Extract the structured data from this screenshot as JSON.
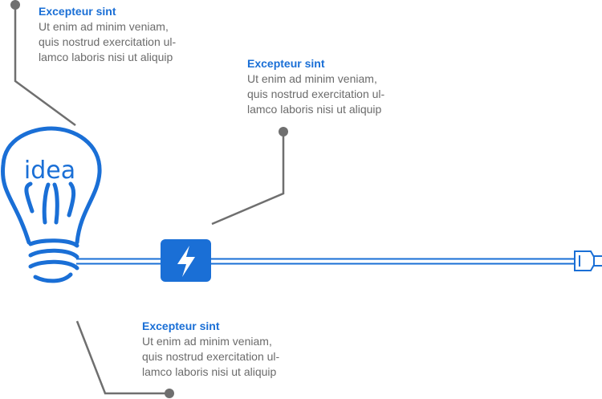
{
  "colors": {
    "accent": "#1a6fd6",
    "connector": "#6f6f6f",
    "text": "#6b6b6b"
  },
  "bulb": {
    "label": "idea",
    "icon": "lightbulb-icon"
  },
  "switch": {
    "icon": "lightning-bolt-icon"
  },
  "plug": {
    "icon": "plug-icon"
  },
  "callouts": [
    {
      "title": "Excepteur sint",
      "lines": [
        "Ut enim ad minim veniam,",
        "quis nostrud exercitation ul-",
        "lamco laboris nisi ut aliquip"
      ]
    },
    {
      "title": "Excepteur sint",
      "lines": [
        "Ut enim ad minim veniam,",
        "quis nostrud exercitation ul-",
        "lamco laboris nisi ut aliquip"
      ]
    },
    {
      "title": "Excepteur sint",
      "lines": [
        "Ut enim ad minim veniam,",
        "quis nostrud exercitation ul-",
        "lamco laboris nisi ut aliquip"
      ]
    }
  ]
}
